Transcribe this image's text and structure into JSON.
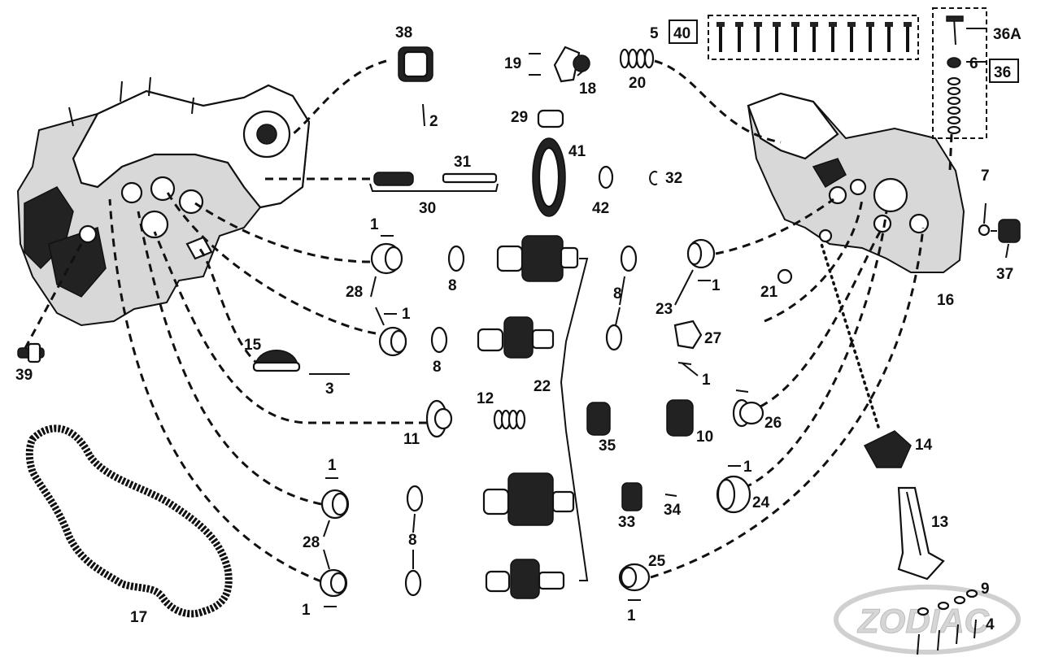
{
  "labels": {
    "p1": "1",
    "p2": "2",
    "p3": "3",
    "p4": "4",
    "p5": "5",
    "p6": "6",
    "p7": "7",
    "p8": "8",
    "p9": "9",
    "p10": "10",
    "p11": "11",
    "p12": "12",
    "p13": "13",
    "p14": "14",
    "p15": "15",
    "p16": "16",
    "p17": "17",
    "p18": "18",
    "p19": "19",
    "p20": "20",
    "p21": "21",
    "p22": "22",
    "p23": "23",
    "p24": "24",
    "p25": "25",
    "p26": "26",
    "p27": "27",
    "p28": "28",
    "p29": "29",
    "p30": "30",
    "p31": "31",
    "p32": "32",
    "p33": "33",
    "p34": "34",
    "p35": "35",
    "p36": "36",
    "p36a": "36A",
    "p37": "37",
    "p38": "38",
    "p39": "39",
    "p40": "40",
    "p41": "41",
    "p42": "42"
  },
  "watermark": {
    "brand": "ZODIAC"
  },
  "colors": {
    "ink": "#111111",
    "watermark": "#d6d6d6"
  }
}
